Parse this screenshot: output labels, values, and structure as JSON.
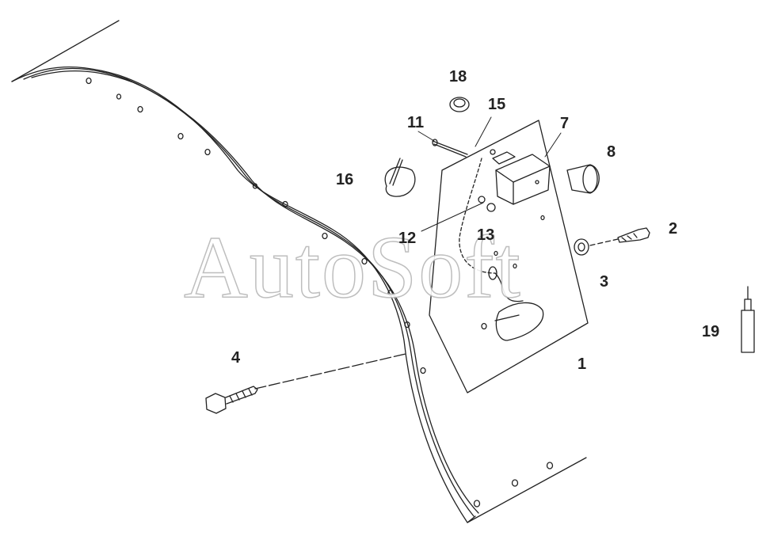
{
  "watermark": "AutoSoft",
  "callouts": {
    "c1": "1",
    "c2": "2",
    "c3": "3",
    "c4": "4",
    "c7": "7",
    "c8": "8",
    "c11": "11",
    "c12": "12",
    "c13": "13",
    "c15": "15",
    "c16": "16",
    "c18": "18",
    "c19": "19"
  }
}
